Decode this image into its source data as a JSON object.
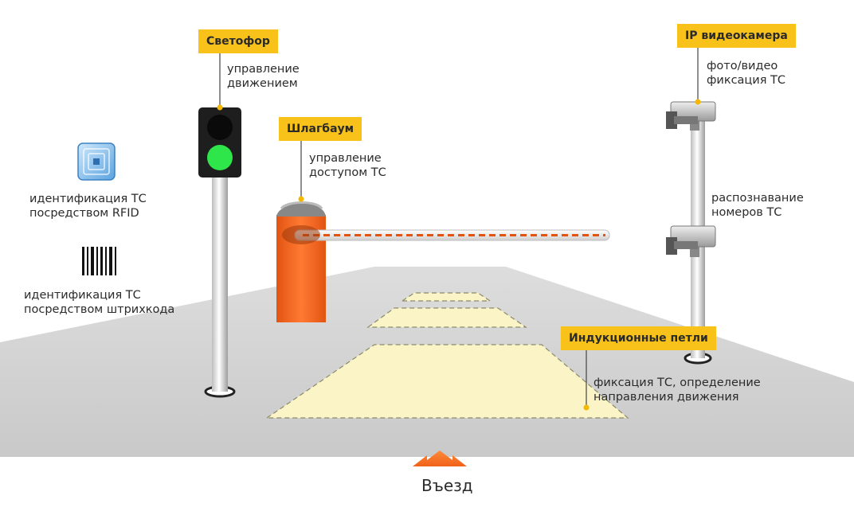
{
  "labels": {
    "traffic_light": {
      "tag": "Светофор",
      "desc": [
        "управление",
        "движением"
      ]
    },
    "barrier": {
      "tag": "Шлагбаум",
      "desc": [
        "управление",
        "доступом ТС"
      ]
    },
    "camera": {
      "tag": "IP видеокамера",
      "desc": [
        "фото/видео",
        "фиксация ТС"
      ]
    },
    "recognition": {
      "desc": [
        "распознавание",
        "номеров ТС"
      ]
    },
    "loops": {
      "tag": "Индукционные петли",
      "desc": [
        "фиксация ТС, определение",
        "направления движения"
      ]
    },
    "rfid": {
      "desc": [
        "идентификация ТС",
        "посредством RFID"
      ]
    },
    "barcode": {
      "desc": [
        "идентификация ТС",
        "посредством штрихкода"
      ]
    },
    "entry": "Въезд"
  },
  "colors": {
    "tag_yellow": "#f8c21a",
    "barrier_orange": "#f26a26",
    "signal_green": "#2ee64a",
    "loop_fill": "#fbf4c6",
    "road": "#d0d0d0"
  },
  "icons": {
    "rfid": "rfid-chip-icon",
    "barcode": "barcode-icon",
    "arrow": "up-arrow-icon"
  }
}
